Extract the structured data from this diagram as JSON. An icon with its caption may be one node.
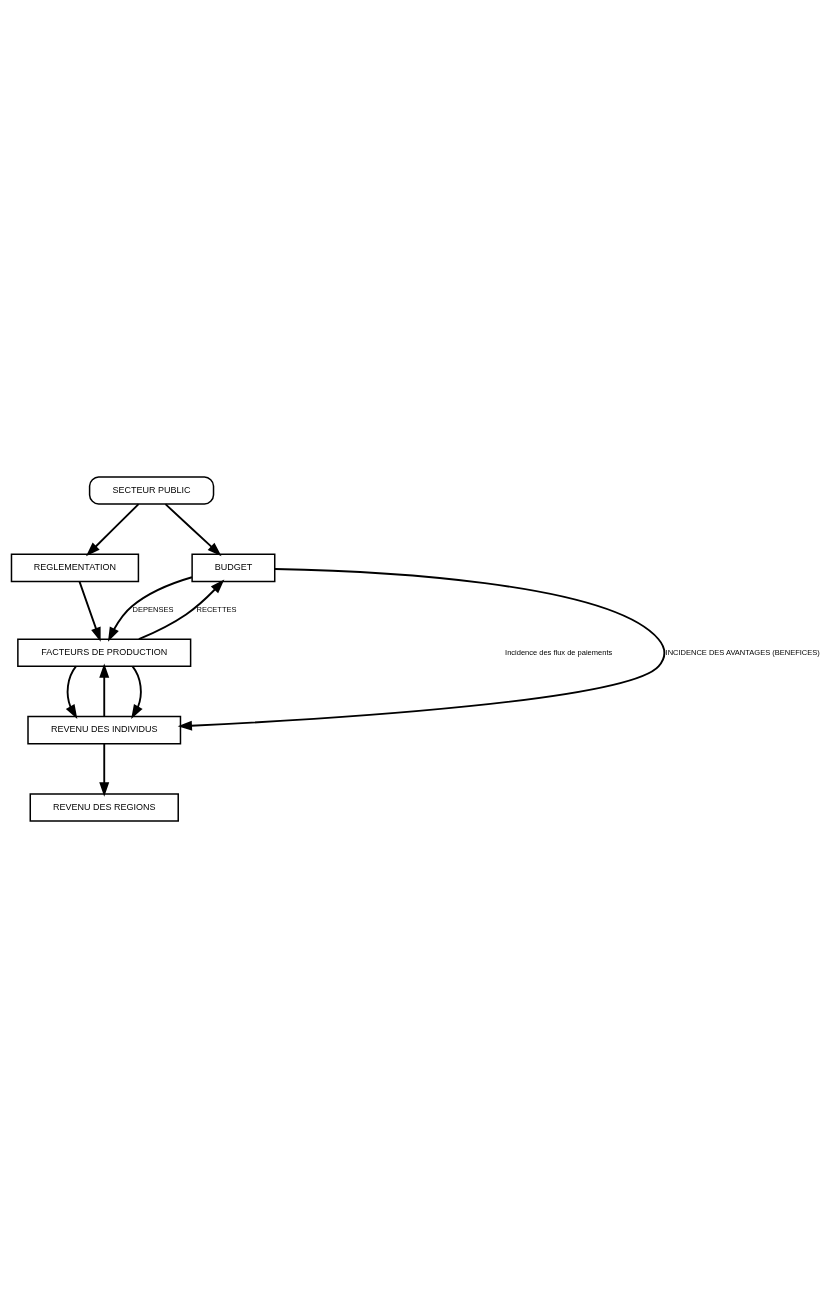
{
  "diagram": {
    "nodes": [
      {
        "text": [
          "SECTEUR PUBLIC"
        ]
      },
      {
        "text": [
          "REGLEMENTATION"
        ]
      },
      {
        "text": [
          "BUDGET"
        ]
      },
      {
        "text": [
          "FACTEURS DE PRODUCTION"
        ]
      },
      {
        "text": [
          "REVENU DES INDIVIDUS"
        ]
      },
      {
        "text": [
          "REVENU DES REGIONS"
        ]
      }
    ],
    "edges": [
      {
        "from": 0,
        "to": 1,
        "arrow": "to"
      },
      {
        "from": 0,
        "to": 2,
        "arrow": "to"
      },
      {
        "from": 1,
        "to": 3,
        "arrow": "to"
      },
      {
        "from": 3,
        "to": 2,
        "arrow": "to",
        "label": "RECETTES"
      },
      {
        "from": 2,
        "to": 3,
        "arrow": "to",
        "label": "DEPENSES"
      },
      {
        "from": 2,
        "to": 4,
        "arrow": "to",
        "label": "INCIDENCE DES AVANTAGES (BENEFICES)"
      },
      {
        "from": 3,
        "to": 4,
        "arrow": "to"
      },
      {
        "from": 4,
        "to": 3,
        "arrow": "to"
      },
      {
        "from": 3,
        "to": 4,
        "arrow": "to"
      },
      {
        "from": 4,
        "to": 5,
        "arrow": "to"
      }
    ],
    "labels": [
      "Incidence des flux de paiements"
    ]
  }
}
